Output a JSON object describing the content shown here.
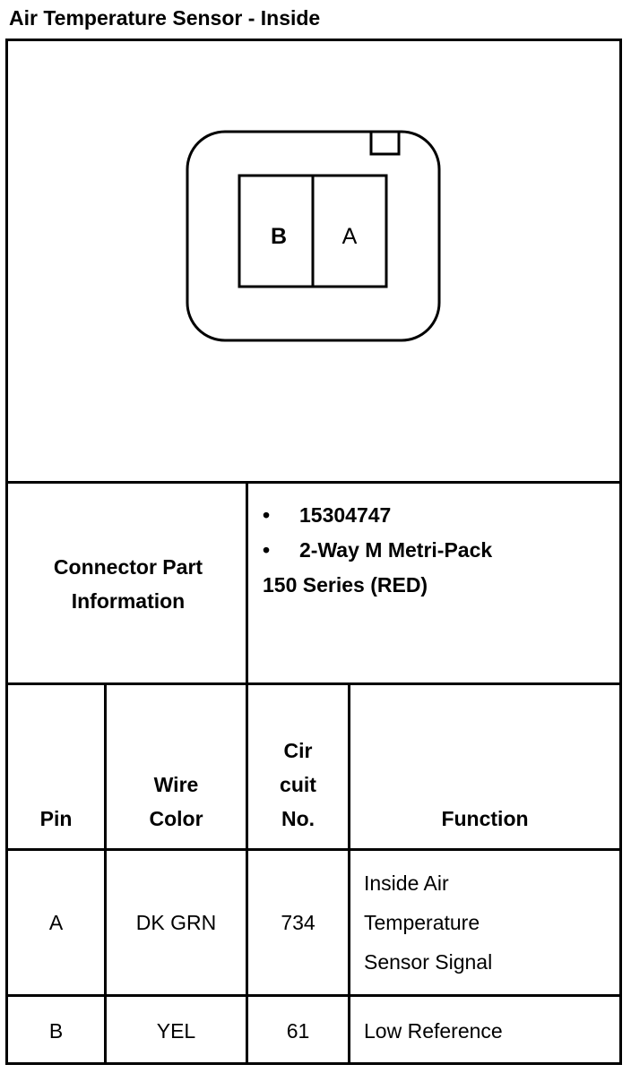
{
  "title": "Air Temperature Sensor - Inside",
  "connector_diagram": {
    "cavities": [
      "B",
      "A"
    ]
  },
  "connector_part_info": {
    "label_line1": "Connector Part",
    "label_line2": "Information",
    "items": [
      "15304747",
      "2-Way M Metri-Pack"
    ],
    "continuation": "150 Series (RED)",
    "bullet": "•"
  },
  "table": {
    "headers": {
      "pin": "Pin",
      "wire_color_line1": "Wire",
      "wire_color_line2": "Color",
      "circuit_line1": "Cir",
      "circuit_line2": "cuit",
      "circuit_line3": "No.",
      "function": "Function"
    },
    "rows": [
      {
        "pin": "A",
        "wire_color": "DK GRN",
        "circuit": "734",
        "function_lines": [
          "Inside Air",
          "Temperature",
          "Sensor Signal"
        ]
      },
      {
        "pin": "B",
        "wire_color": "YEL",
        "circuit": "61",
        "function_lines": [
          "Low Reference"
        ]
      }
    ]
  }
}
